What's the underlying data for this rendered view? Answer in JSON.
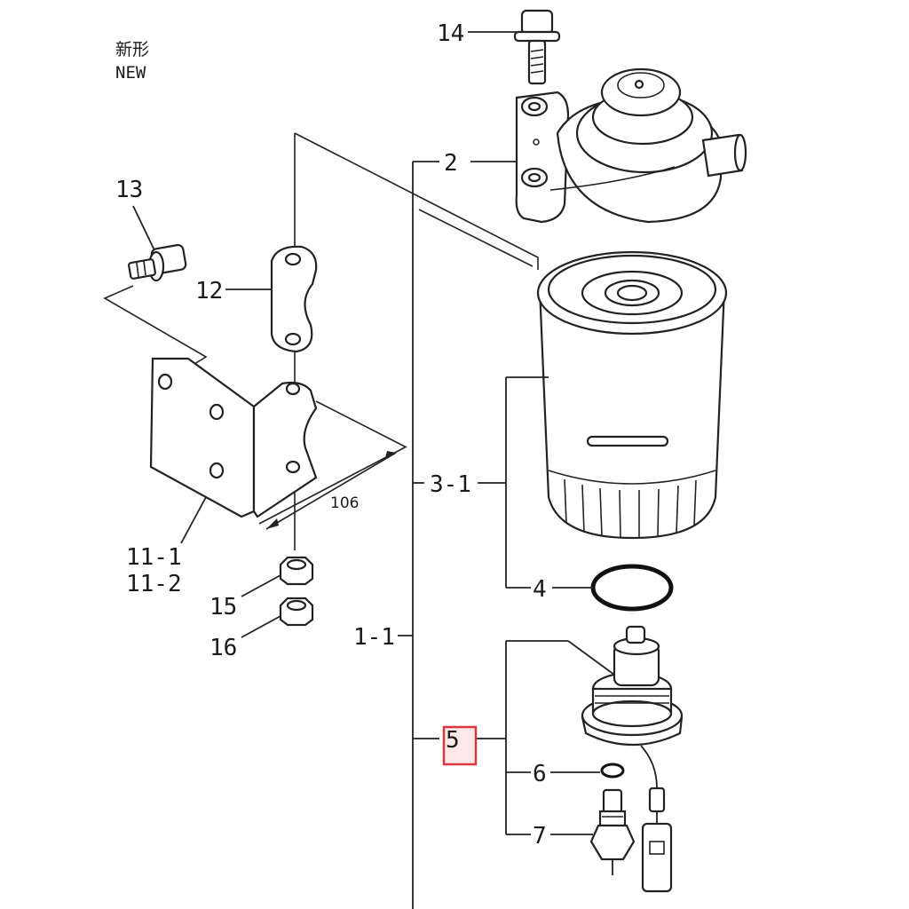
{
  "header": {
    "title_jp": "新形",
    "title_en": "NEW"
  },
  "callouts": {
    "p14": "14",
    "p2": "2",
    "p13": "13",
    "p12": "12",
    "p3_1": "3-1",
    "p4": "4",
    "p11_1": "11-1",
    "p11_2": "11-2",
    "p15": "15",
    "p16": "16",
    "p1_1": "1-1",
    "p5": "5",
    "p6": "6",
    "p7": "7"
  },
  "dimension": {
    "value": "106"
  },
  "highlight": {
    "part": "5",
    "color": "#d9373f"
  },
  "icons": {
    "bolt_14": "hex-flange-bolt-icon",
    "filter_head_2": "filter-head-icon",
    "filter_element_3_1": "spin-on-filter-icon",
    "o_ring_4": "o-ring-icon",
    "water_sensor_5": "water-sensor-icon",
    "bracket_11": "angle-bracket-icon"
  }
}
